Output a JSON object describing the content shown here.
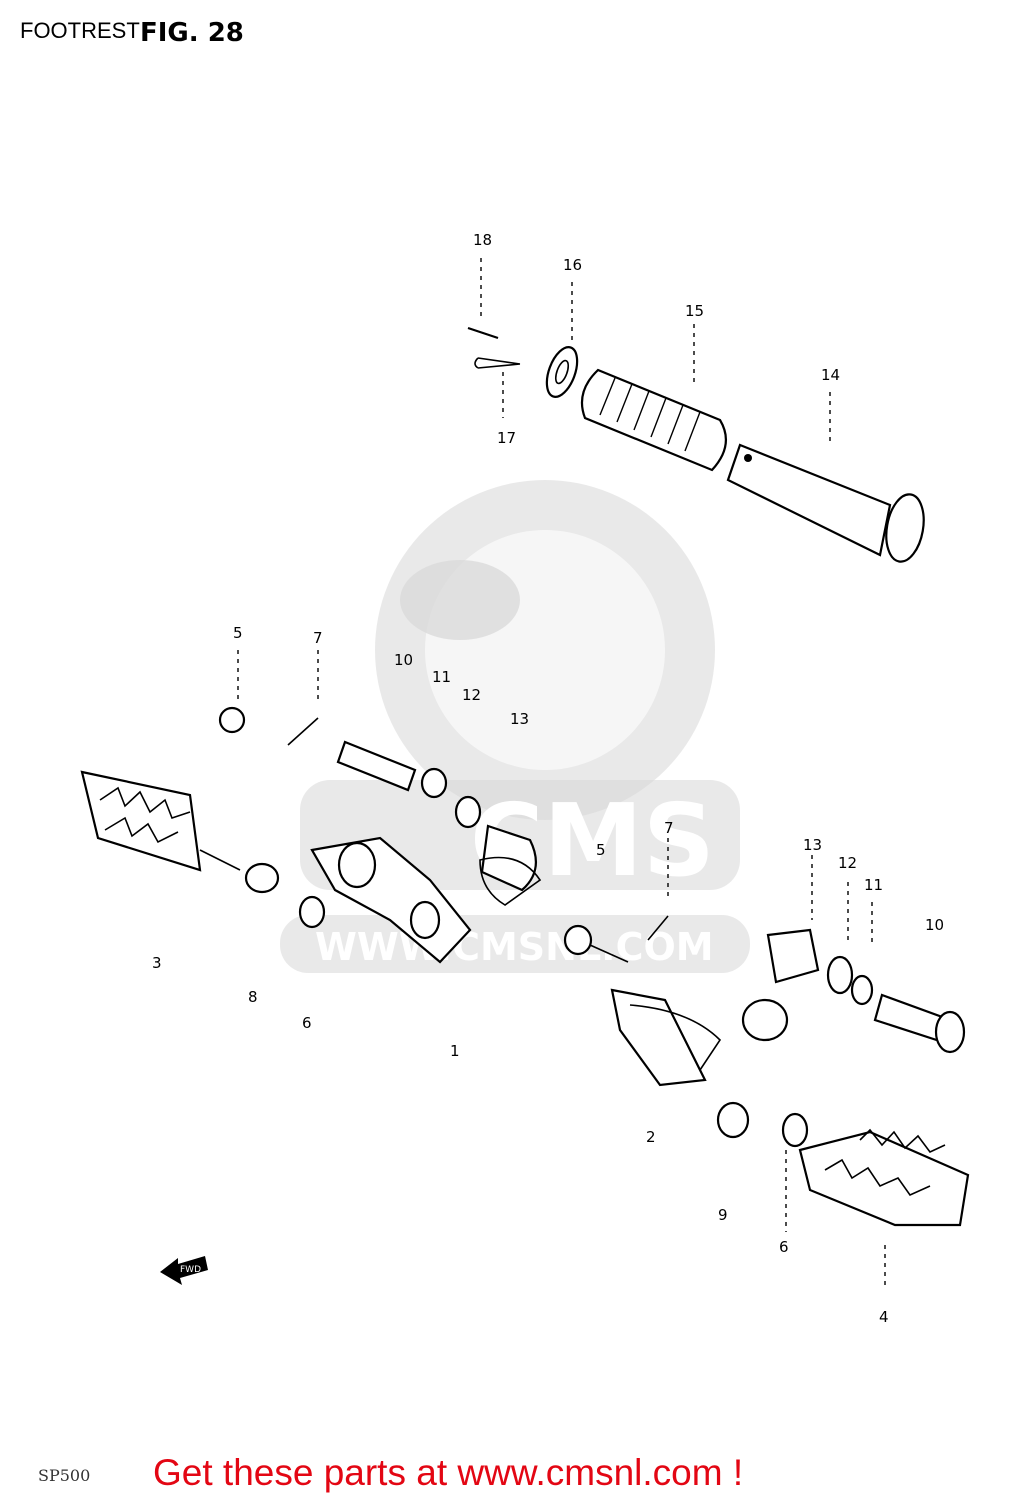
{
  "header": {
    "page_title": "FOOTREST",
    "figure_label": "FIG. 28"
  },
  "watermark": {
    "brand": "CMS",
    "url": "WWW.CMSNL.COM"
  },
  "callouts": [
    {
      "id": "c18",
      "label": "18"
    },
    {
      "id": "c16",
      "label": "16"
    },
    {
      "id": "c15",
      "label": "15"
    },
    {
      "id": "c14",
      "label": "14"
    },
    {
      "id": "c17",
      "label": "17"
    },
    {
      "id": "c5a",
      "label": "5"
    },
    {
      "id": "c7a",
      "label": "7"
    },
    {
      "id": "c10a",
      "label": "10"
    },
    {
      "id": "c11a",
      "label": "11"
    },
    {
      "id": "c12a",
      "label": "12"
    },
    {
      "id": "c13a",
      "label": "13"
    },
    {
      "id": "c5b",
      "label": "5"
    },
    {
      "id": "c7b",
      "label": "7"
    },
    {
      "id": "c13b",
      "label": "13"
    },
    {
      "id": "c12b",
      "label": "12"
    },
    {
      "id": "c11b",
      "label": "11"
    },
    {
      "id": "c10b",
      "label": "10"
    },
    {
      "id": "c8",
      "label": "8"
    },
    {
      "id": "c6a",
      "label": "6"
    },
    {
      "id": "c1",
      "label": "1"
    },
    {
      "id": "c2",
      "label": "2"
    },
    {
      "id": "c9",
      "label": "9"
    },
    {
      "id": "c6b",
      "label": "6"
    },
    {
      "id": "c4",
      "label": "4"
    },
    {
      "id": "c3",
      "label": "3"
    }
  ],
  "fwd_arrow_label": "FWD",
  "footer": {
    "diagram_code": "SP500",
    "cta_text": "Get these parts at www.cmsnl.com !"
  },
  "colors": {
    "cta": "#e30613",
    "watermark": "#d7d7d7",
    "linework": "#000000"
  }
}
